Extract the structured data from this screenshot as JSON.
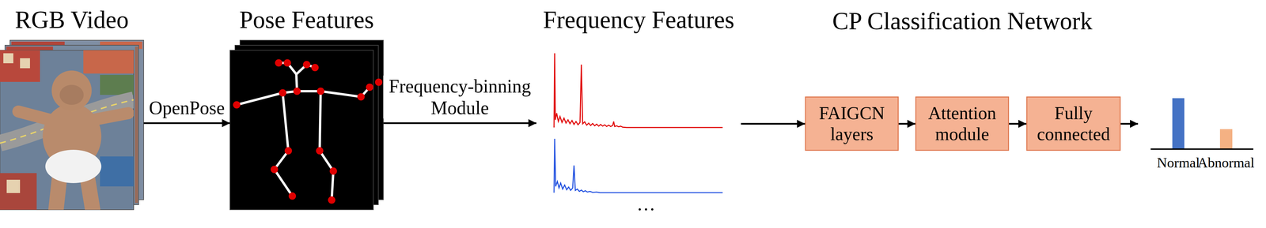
{
  "diagram": {
    "nodes": [
      {
        "text": [
          "RGB Video"
        ]
      },
      {
        "text": [
          "Pose Features"
        ]
      },
      {
        "text": [
          "Frequency Features"
        ]
      },
      {
        "text": [
          "FAIGCN layers"
        ]
      },
      {
        "text": [
          "Attention module"
        ]
      },
      {
        "text": [
          "Fully connected"
        ]
      }
    ],
    "edges": [
      {
        "from": 0,
        "to": 1,
        "arrow": "to",
        "label": "OpenPose"
      },
      {
        "from": 1,
        "to": 2,
        "arrow": "to",
        "label": "Frequency-binning Module"
      },
      {
        "from": 2,
        "to": 3,
        "arrow": "to"
      },
      {
        "from": 3,
        "to": 4,
        "arrow": "to"
      },
      {
        "from": 4,
        "to": 5,
        "arrow": "to"
      }
    ],
    "labels": [
      "CP Classification Network",
      "…",
      "Normal",
      "Abnormal"
    ]
  }
}
